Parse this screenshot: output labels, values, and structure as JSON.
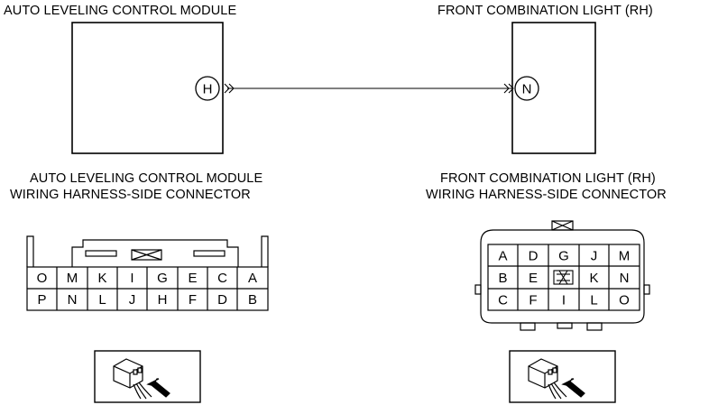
{
  "top": {
    "left_component_label": "AUTO LEVELING CONTROL MODULE",
    "right_component_label": "FRONT COMBINATION LIGHT (RH)",
    "left_terminal": "H",
    "right_terminal": "N"
  },
  "bottom": {
    "left_connector_title_line1": "AUTO LEVELING CONTROL MODULE",
    "left_connector_title_line2": "WIRING HARNESS-SIDE CONNECTOR",
    "right_connector_title_line1": "FRONT COMBINATION LIGHT (RH)",
    "right_connector_title_line2": "WIRING HARNESS-SIDE CONNECTOR"
  },
  "left_connector": {
    "row1": [
      "O",
      "M",
      "K",
      "I",
      "G",
      "E",
      "C",
      "A"
    ],
    "row2": [
      "P",
      "N",
      "L",
      "J",
      "H",
      "F",
      "D",
      "B"
    ]
  },
  "right_connector": {
    "rows": [
      [
        "A",
        "D",
        "G",
        "J",
        "M"
      ],
      [
        "B",
        "E",
        "",
        "K",
        "N"
      ],
      [
        "C",
        "F",
        "I",
        "L",
        "O"
      ]
    ]
  },
  "icons": {
    "left_view": "harness-connector-view-icon",
    "right_view": "harness-connector-view-icon"
  }
}
